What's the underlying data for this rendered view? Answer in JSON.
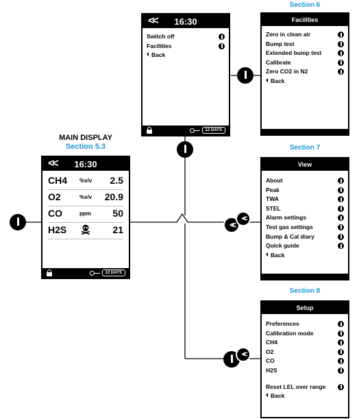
{
  "main_display": {
    "title": "MAIN DISPLAY",
    "section": "Section 5.3",
    "time": "16:30",
    "readings": [
      {
        "gas": "CH4",
        "unit": "%v/v",
        "value": "2.5"
      },
      {
        "gas": "O2",
        "unit": "%v/v",
        "value": "20.9"
      },
      {
        "gas": "CO",
        "unit": "ppm",
        "value": "50"
      },
      {
        "gas": "H2S",
        "unit": "",
        "value": "21",
        "icon": "skull-crossbones-icon"
      }
    ],
    "days": "12 DAYS"
  },
  "top_screen": {
    "time": "16:30",
    "items": [
      "Switch off",
      "Facilities"
    ],
    "back": "Back",
    "days": "12 DAYS"
  },
  "facilities": {
    "section": "Section 6",
    "header": "Facilities",
    "items": [
      "Zero in clean air",
      "Bump test",
      "Extended bump test",
      "Calibrate",
      "Zero CO2 in N2"
    ],
    "back": "Back"
  },
  "view": {
    "section": "Section 7",
    "header": "View",
    "items": [
      "About",
      "Peak",
      "TWA",
      "STEL",
      "Alarm settings",
      "Test gas settings",
      "Bump & Cal diary",
      "Quick guide"
    ],
    "back": "Back"
  },
  "setup": {
    "section": "Section 8",
    "header": "Setup",
    "items": [
      "Preferences",
      "Calibration mode",
      "CH4",
      "O2",
      "CO",
      "H2S"
    ],
    "extra_item": "Reset LEL over range",
    "back": "Back"
  },
  "colors": {
    "accent": "#1c96d4",
    "ink": "#000000"
  }
}
